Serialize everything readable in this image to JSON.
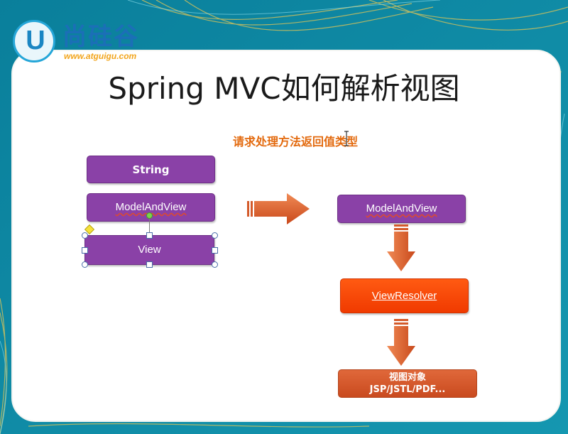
{
  "logo": {
    "mark": "U",
    "name": "尚硅谷",
    "url": "www.atguigu.com"
  },
  "slide": {
    "title": "Spring MVC如何解析视图",
    "subtitle": "请求处理方法返回值类型",
    "left_boxes": [
      "String",
      "ModelAndView",
      "View"
    ],
    "right_boxes": {
      "model": "ModelAndView",
      "resolver": "ViewResolver",
      "object_line1": "视图对象",
      "object_line2": "JSP/JSTL/PDF..."
    }
  },
  "colors": {
    "purple": "#8a41a7",
    "orange": "#ff4d0a",
    "subtitle": "#e36a0e",
    "accent": "#1b86c3"
  }
}
